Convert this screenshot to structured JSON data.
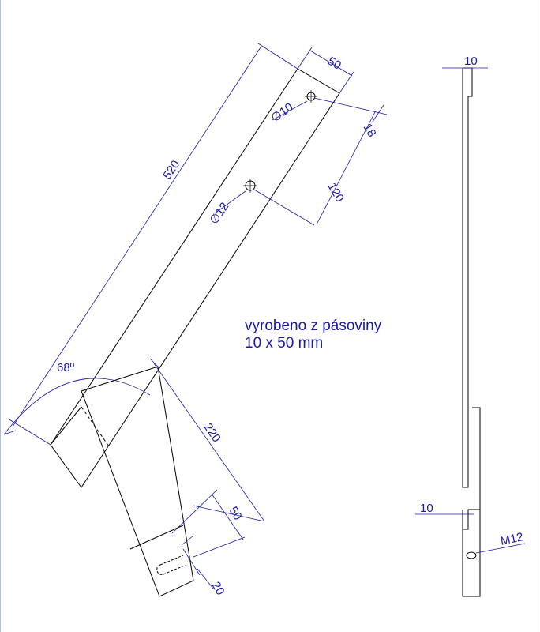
{
  "note": {
    "line1": "vyrobeno z pásoviny",
    "line2": "10 x 50 mm"
  },
  "dimensions": {
    "length_total": "520",
    "width_top": "50",
    "hole_small": "∅10",
    "hole_offset": "18",
    "hole_spacing": "120",
    "hole_large": "∅12",
    "angle": "68º",
    "lower_length": "220",
    "slot_width": "50",
    "slot_length": "20",
    "side_thickness_top": "10",
    "side_thickness_bottom": "10",
    "thread": "M12"
  },
  "colors": {
    "outline": "#000000",
    "dimension": "#1a1aa0",
    "frame": "#9aa6b8"
  }
}
